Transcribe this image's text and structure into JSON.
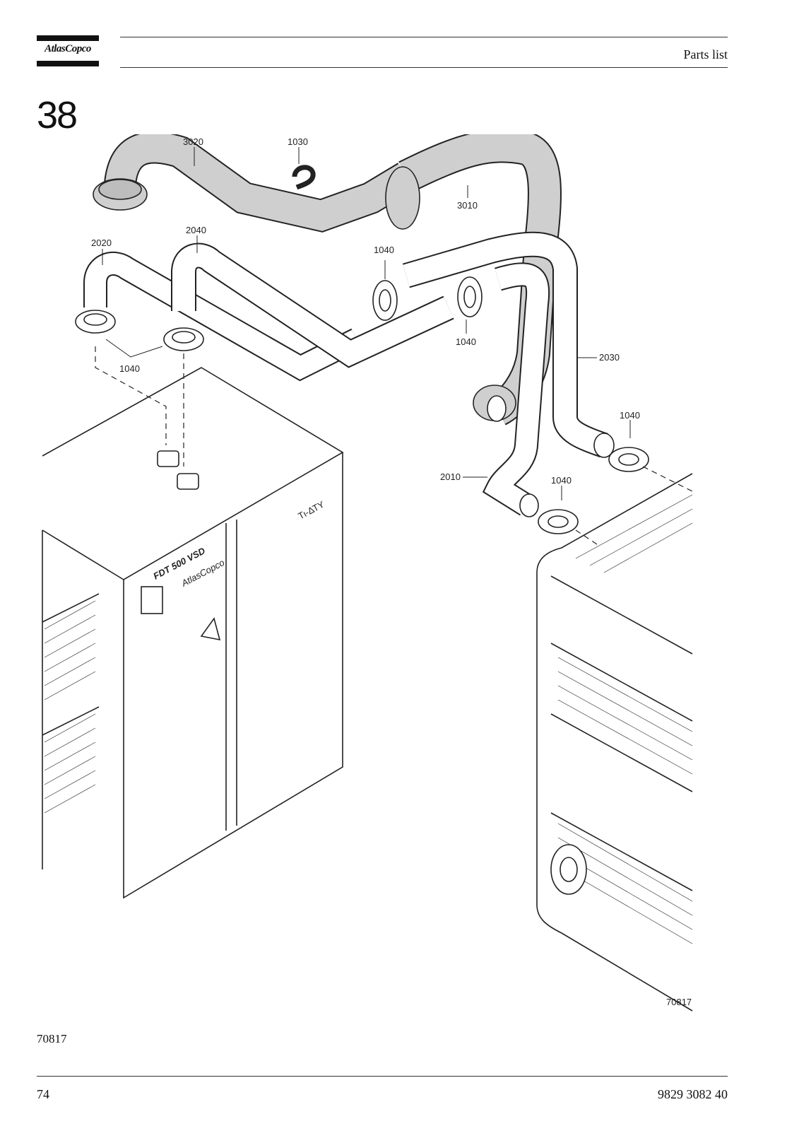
{
  "header": {
    "logo_text": "AtlasCopco",
    "title": "Parts list"
  },
  "section_number": "38",
  "drawing": {
    "callouts": {
      "c3020": "3020",
      "c1030": "1030",
      "c3010": "3010",
      "c2020": "2020",
      "c2040": "2040",
      "c1040a": "1040",
      "c1040b": "1040",
      "c1040c": "1040",
      "c2030": "2030",
      "c1040d": "1040",
      "c2010": "2010",
      "c1040e": "1040"
    },
    "unit_left_label": "FDT 500 VSD",
    "unit_left_brand": "AtlasCopco",
    "unit_left_logo": "Tι-ΔΤΥ",
    "drawing_number": "70817"
  },
  "figure_reference": "70817",
  "footer": {
    "page_number": "74",
    "document_number": "9829 3082 40"
  }
}
